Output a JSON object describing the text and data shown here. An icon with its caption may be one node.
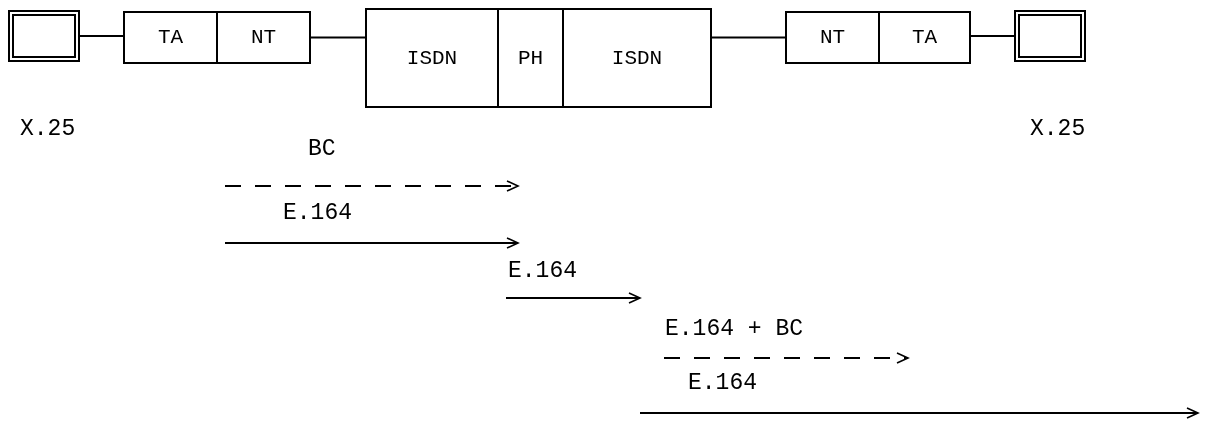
{
  "diagram": {
    "nodes": [
      {
        "text": [],
        "shape": "box",
        "beside": [
          "X.25"
        ]
      },
      {
        "text": [
          "TA"
        ]
      },
      {
        "text": [
          "NT"
        ]
      },
      {
        "text": [
          "ISDN"
        ]
      },
      {
        "text": [
          "PH"
        ]
      },
      {
        "text": [
          "ISDN"
        ]
      },
      {
        "text": [
          "NT"
        ]
      },
      {
        "text": [
          "TA"
        ]
      },
      {
        "text": [],
        "shape": "box",
        "beside": [
          "X.25"
        ]
      }
    ],
    "edges": [
      {
        "from": 0,
        "to": 1,
        "arrow": "none"
      },
      {
        "from": 2,
        "to": 3,
        "arrow": "none"
      },
      {
        "from": 5,
        "to": 6,
        "arrow": "none"
      },
      {
        "from": 7,
        "to": 8,
        "arrow": "none"
      }
    ],
    "labels": [
      "BC",
      "E.164",
      "E.164",
      "E.164 + BC",
      "E.164"
    ]
  }
}
